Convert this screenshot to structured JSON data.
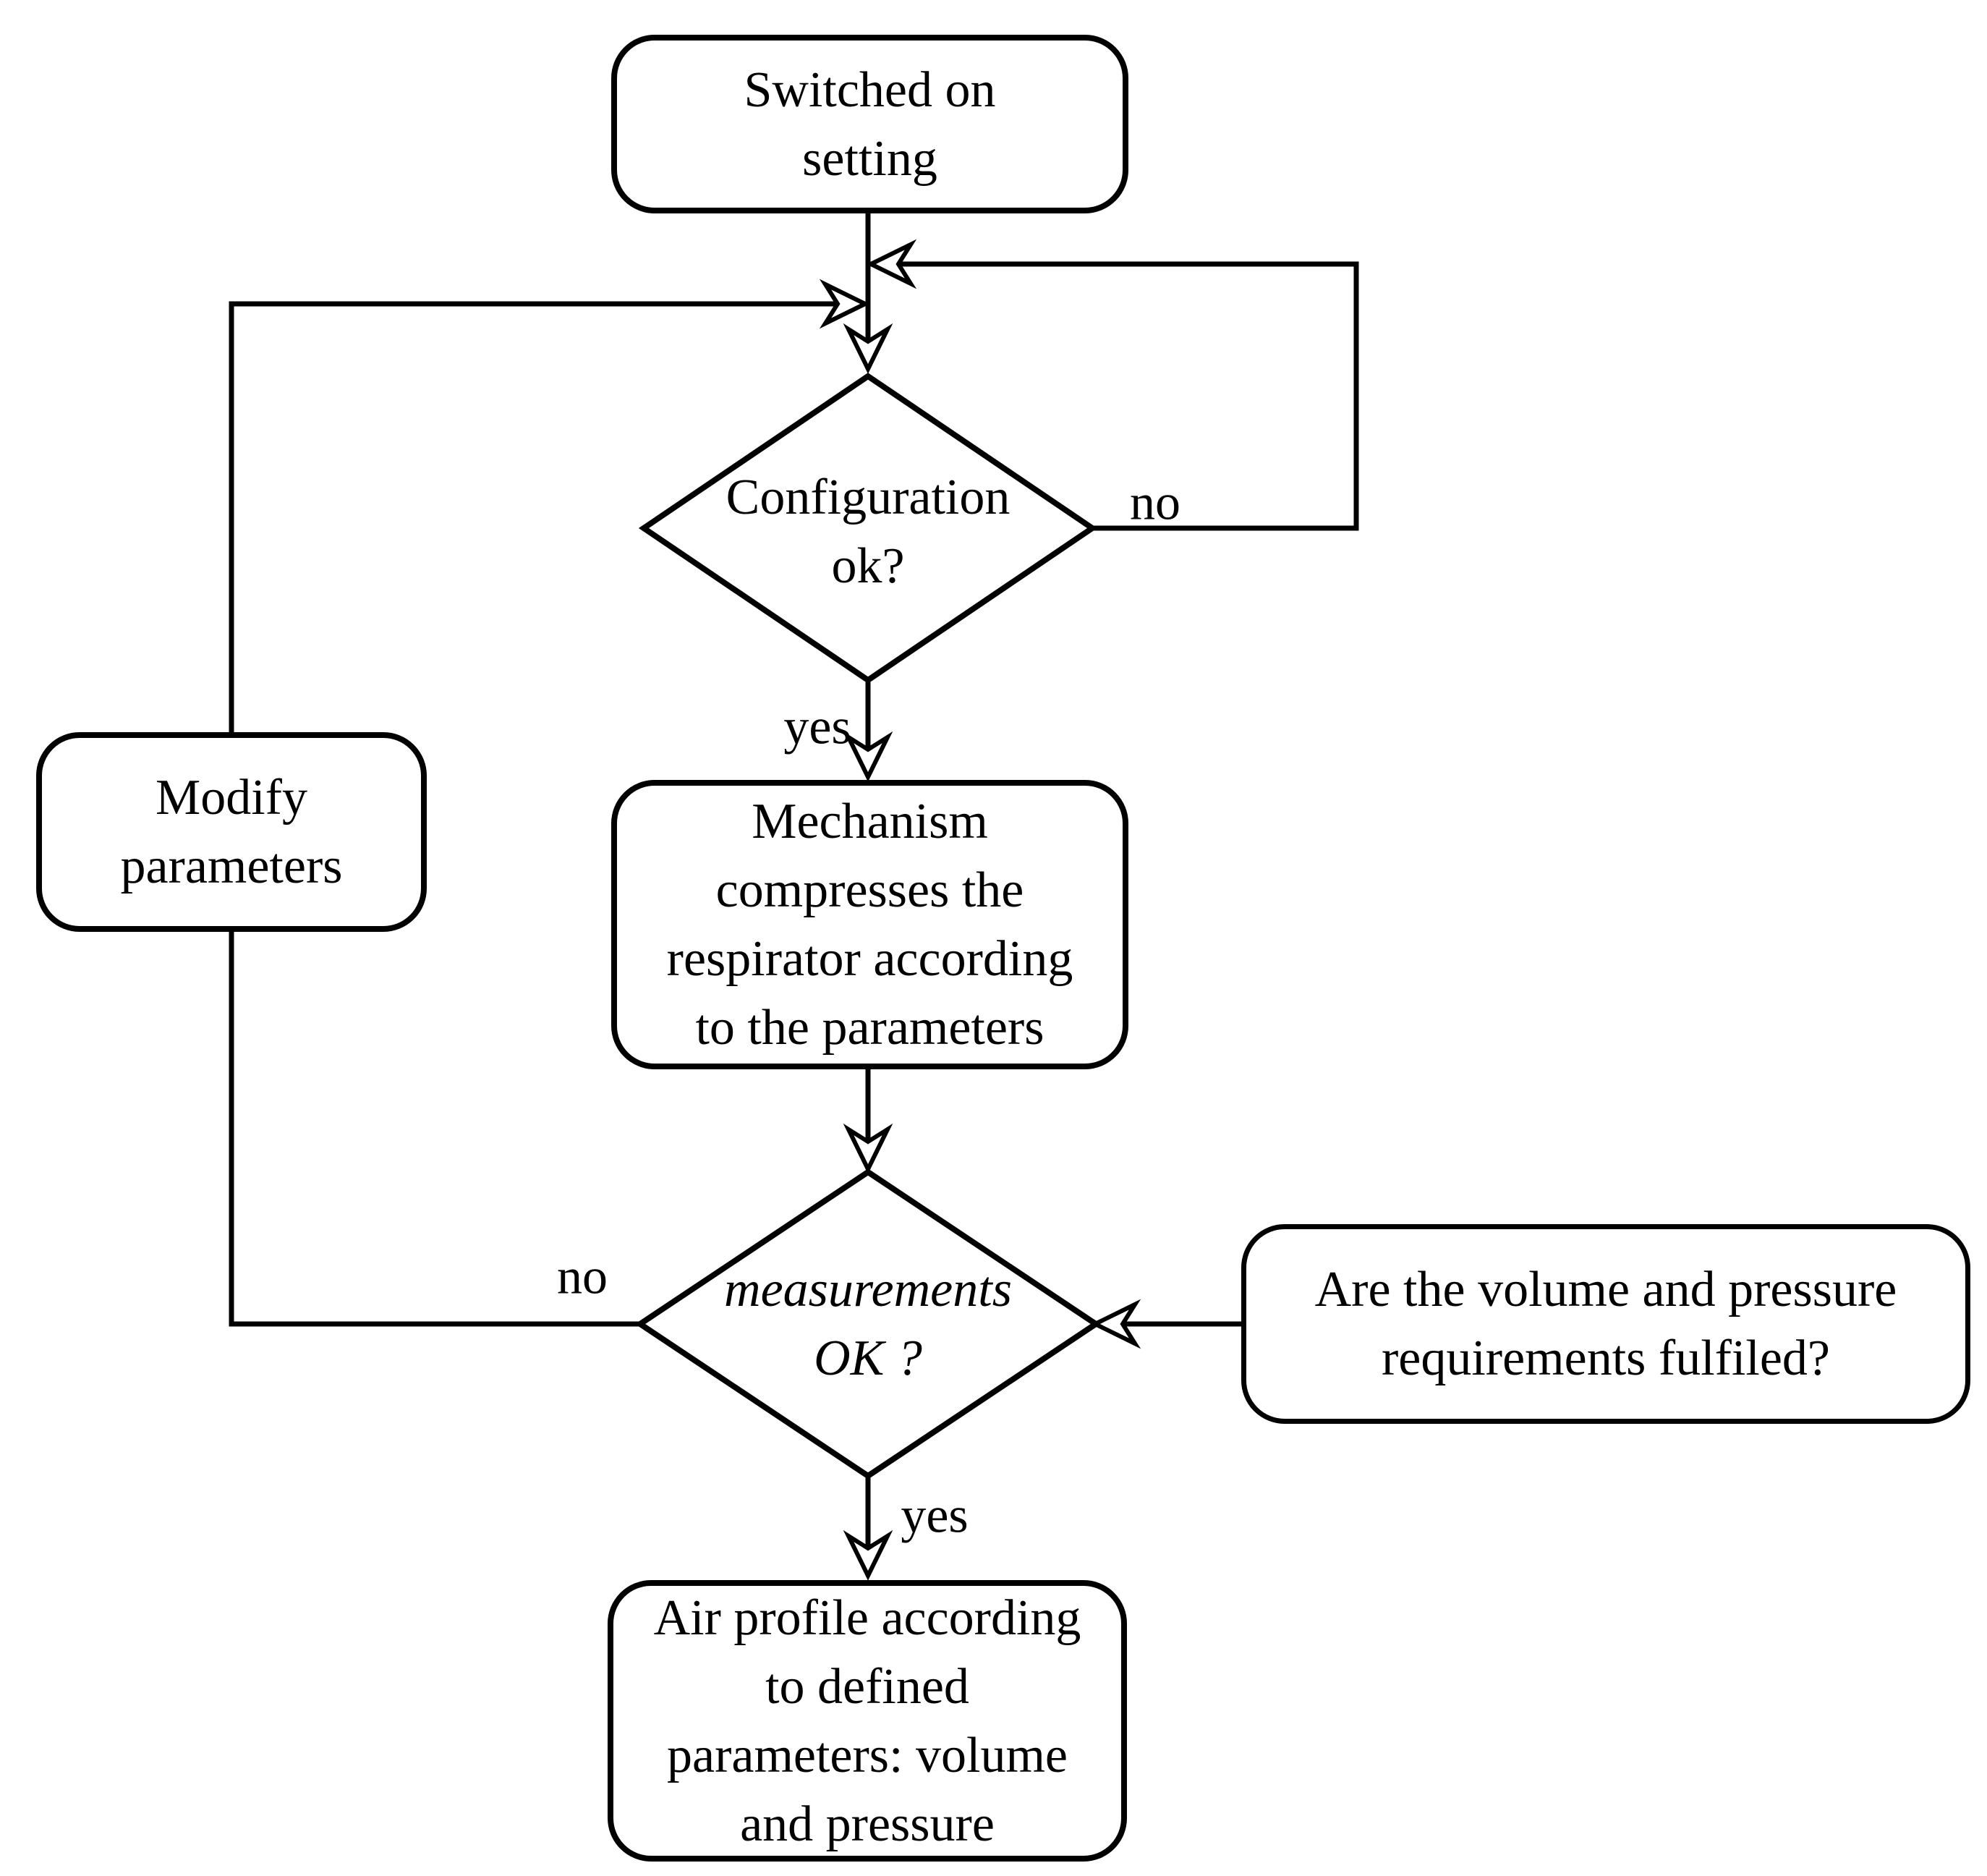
{
  "nodes": {
    "switched_on": {
      "text": "Switched on\nsetting",
      "shape": "rounded-rect"
    },
    "configuration": {
      "text": "Configuration\nok?",
      "shape": "diamond"
    },
    "modify_parameters": {
      "text": "Modify\nparameters",
      "shape": "rounded-rect"
    },
    "mechanism": {
      "text": "Mechanism\ncompresses the\nrespirator according\nto the parameters",
      "shape": "rounded-rect"
    },
    "measurements": {
      "text": "measurements\nOK ?",
      "shape": "diamond",
      "style": "italic"
    },
    "requirements": {
      "text": "Are the volume and pressure\nrequirements fulfiled?",
      "shape": "rounded-rect"
    },
    "air_profile": {
      "text": "Air profile according\nto defined\nparameters: volume\nand pressure",
      "shape": "rounded-rect"
    }
  },
  "edge_labels": {
    "configuration_no": "no",
    "configuration_yes": "yes",
    "measurements_no": "no",
    "measurements_yes": "yes"
  },
  "edges": [
    {
      "from": "switched_on",
      "to": "configuration",
      "label": ""
    },
    {
      "from": "configuration",
      "to": "configuration",
      "label": "no"
    },
    {
      "from": "configuration",
      "to": "mechanism",
      "label": "yes"
    },
    {
      "from": "mechanism",
      "to": "measurements",
      "label": ""
    },
    {
      "from": "measurements",
      "to": "modify_parameters",
      "label": "no"
    },
    {
      "from": "modify_parameters",
      "to": "configuration",
      "label": ""
    },
    {
      "from": "measurements",
      "to": "air_profile",
      "label": "yes"
    },
    {
      "from": "requirements",
      "to": "measurements",
      "label": ""
    }
  ],
  "colors": {
    "stroke": "#000000",
    "background": "#ffffff"
  }
}
